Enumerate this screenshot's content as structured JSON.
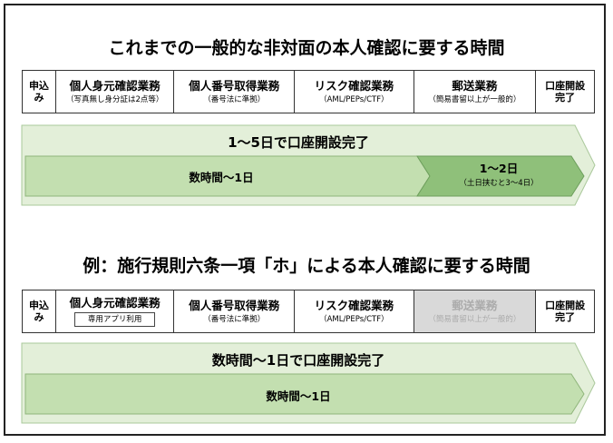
{
  "section1": {
    "title": "これまでの一般的な非対面の本人確認に要する時間",
    "steps": [
      {
        "name": "申込み",
        "sub": ""
      },
      {
        "name": "個人身元確認業務",
        "sub": "（写真無し身分証は2点等）"
      },
      {
        "name": "個人番号取得業務",
        "sub": "（番号法に準拠）"
      },
      {
        "name": "リスク確認業務",
        "sub": "（AML/PEPs/CTF）"
      },
      {
        "name": "郵送業務",
        "sub": "（簡易書留以上が一般的）"
      },
      {
        "name": "口座開設完了",
        "sub": ""
      }
    ],
    "outer_label": "1～5日で口座開設完了",
    "inner_label": "数時間～1日",
    "post_label": "1～2日",
    "post_sub": "（土日挟むと3～4日）"
  },
  "section2": {
    "title": "例：施行規則六条一項「ホ」による本人確認に要する時間",
    "steps": [
      {
        "name": "申込み",
        "sub": ""
      },
      {
        "name": "個人身元確認業務",
        "sub": "専用アプリ利用"
      },
      {
        "name": "個人番号取得業務",
        "sub": "（番号法に準拠）"
      },
      {
        "name": "リスク確認業務",
        "sub": "（AML/PEPs/CTF）"
      },
      {
        "name": "郵送業務",
        "sub": "（簡易書留以上が一般的）"
      },
      {
        "name": "口座開設完了",
        "sub": ""
      }
    ],
    "outer_label": "数時間～1日で口座開設完了",
    "inner_label": "数時間～1日"
  },
  "colors": {
    "light_green": "#e3efd9",
    "mid_green": "#c3dfb0",
    "dark_green": "#8fc07a",
    "grey_step": "#d9d9d9"
  }
}
